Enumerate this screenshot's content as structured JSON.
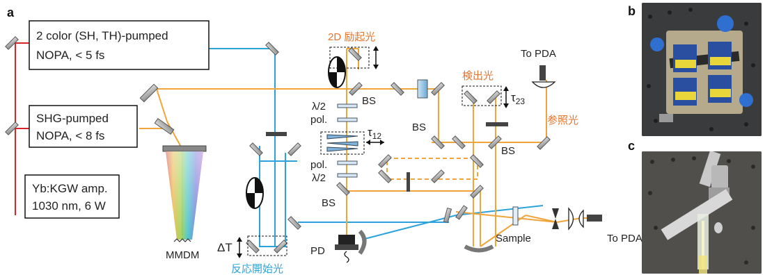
{
  "panels": {
    "a": "a",
    "b": "b",
    "c": "c"
  },
  "sources": {
    "nopa1_line1": "2 color (SH, TH)-pumped",
    "nopa1_line2": "NOPA, < 5 fs",
    "nopa2_line1": "SHG-pumped",
    "nopa2_line2": "NOPA, < 8 fs",
    "amp_line1": "Yb:KGW amp.",
    "amp_line2": "1030 nm, 6 W"
  },
  "labels": {
    "excitation_2d": "2D 励起光",
    "detection": "検出光",
    "reference": "参照光",
    "reaction_start": "反応開始光",
    "to_pda_top": "To PDA",
    "to_pda_right": "To PDA",
    "bs1": "BS",
    "bs2": "BS",
    "bs3": "BS",
    "bs4": "BS",
    "lambda_top": "λ/2",
    "pol_top": "pol.",
    "tau12": "τ",
    "tau12_sub": "12",
    "pol_bottom": "pol.",
    "lambda_bottom": "λ/2",
    "tau23": "τ",
    "tau23_sub": "23",
    "delta_t": "ΔT",
    "mmdm": "MMDM",
    "pd": "PD",
    "sample": "Sample"
  },
  "colors": {
    "orange_beam": "#f0a43a",
    "blue_beam": "#2aa3dc",
    "red_beam": "#d8232a",
    "orange_text": "#e8742a",
    "blue_text": "#2aa3dc"
  }
}
